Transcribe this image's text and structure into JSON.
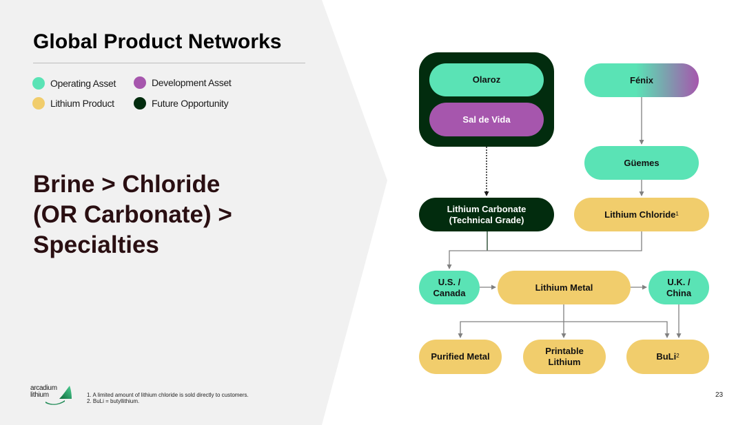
{
  "slide": {
    "title": "Global Product Networks",
    "headline_lines": [
      "Brine > Chloride",
      "(OR Carbonate) >",
      "Specialties"
    ],
    "page_number": "23"
  },
  "legend": [
    {
      "label": "Operating Asset",
      "color": "#5ae3b5"
    },
    {
      "label": "Development Asset",
      "color": "#a656ad"
    },
    {
      "label": "Lithium Product",
      "color": "#f1cd6c"
    },
    {
      "label": "Future Opportunity",
      "color": "#022c0e"
    }
  ],
  "colors": {
    "operating": "#5ae3b5",
    "development": "#a656ad",
    "product": "#f1cd6c",
    "future": "#022c0e",
    "connector": "#808080",
    "headline": "#2a0f12"
  },
  "diagram": {
    "nodes": {
      "olaroz": {
        "label": "Olaroz",
        "category": "operating"
      },
      "sal_de_vida": {
        "label": "Sal de Vida",
        "category": "development"
      },
      "fenix": {
        "label": "Fénix",
        "category": "operating-to-development"
      },
      "guemes": {
        "label": "Güemes",
        "category": "operating"
      },
      "lithium_carbonate": {
        "label_line1": "Lithium Carbonate",
        "label_line2": "(Technical Grade)",
        "category": "future"
      },
      "lithium_chloride": {
        "label": "Lithium Chloride",
        "footnote": "1",
        "category": "product"
      },
      "us_canada": {
        "label_line1": "U.S. /",
        "label_line2": "Canada",
        "category": "operating"
      },
      "lithium_metal": {
        "label": "Lithium Metal",
        "category": "product"
      },
      "uk_china": {
        "label_line1": "U.K. /",
        "label_line2": "China",
        "category": "operating"
      },
      "purified_metal": {
        "label": "Purified Metal",
        "category": "product"
      },
      "printable_lithium": {
        "label_line1": "Printable",
        "label_line2": "Lithium",
        "category": "product"
      },
      "buli": {
        "label": "BuLi",
        "footnote": "2",
        "category": "product"
      }
    },
    "edges": [
      {
        "from": "olaroz/sal_de_vida",
        "to": "lithium_carbonate",
        "style": "dotted"
      },
      {
        "from": "fenix",
        "to": "guemes",
        "style": "solid"
      },
      {
        "from": "guemes",
        "to": "lithium_chloride",
        "style": "solid"
      },
      {
        "from": "lithium_carbonate",
        "to": "us_canada",
        "style": "solid"
      },
      {
        "from": "lithium_chloride",
        "to": "us_canada",
        "style": "solid"
      },
      {
        "from": "us_canada",
        "to": "lithium_metal",
        "style": "solid"
      },
      {
        "from": "lithium_metal",
        "to": "uk_china",
        "style": "solid"
      },
      {
        "from": "lithium_metal",
        "to": "purified_metal",
        "style": "solid"
      },
      {
        "from": "lithium_metal",
        "to": "printable_lithium",
        "style": "solid"
      },
      {
        "from": "lithium_metal",
        "to": "buli",
        "style": "solid"
      },
      {
        "from": "uk_china",
        "to": "buli",
        "style": "solid"
      }
    ]
  },
  "footnotes": [
    "1. A limited amount of lithium chloride is sold directly to customers.",
    "2. BuLi = butyllithium."
  ],
  "logo": {
    "line1": "arcadium",
    "line2": "lithium"
  }
}
